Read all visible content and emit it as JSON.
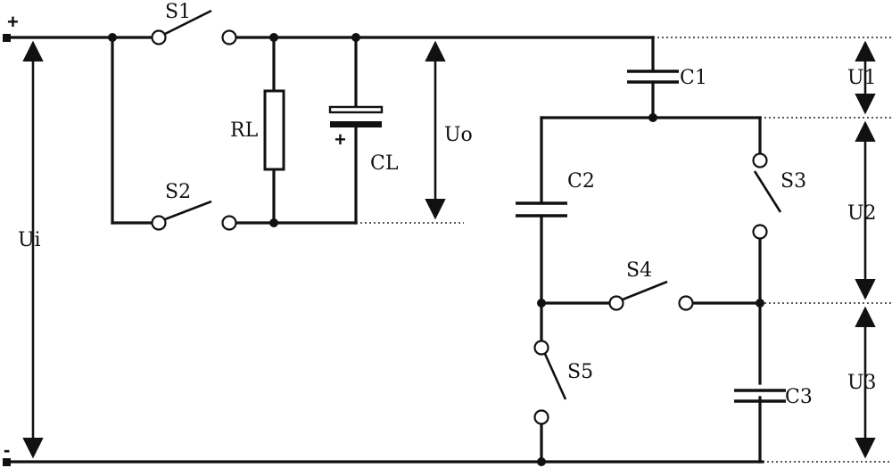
{
  "terminals": {
    "plus": "+",
    "minus": "-"
  },
  "components": {
    "S1": "S1",
    "S2": "S2",
    "S3": "S3",
    "S4": "S4",
    "S5": "S5",
    "RL": "RL",
    "CL": "CL",
    "CL_polarity": "+",
    "C1": "C1",
    "C2": "C2",
    "C3": "C3"
  },
  "voltages": {
    "Ui": "Ui",
    "Uo": "Uo",
    "U1": "U1",
    "U2": "U2",
    "U3": "U3"
  }
}
